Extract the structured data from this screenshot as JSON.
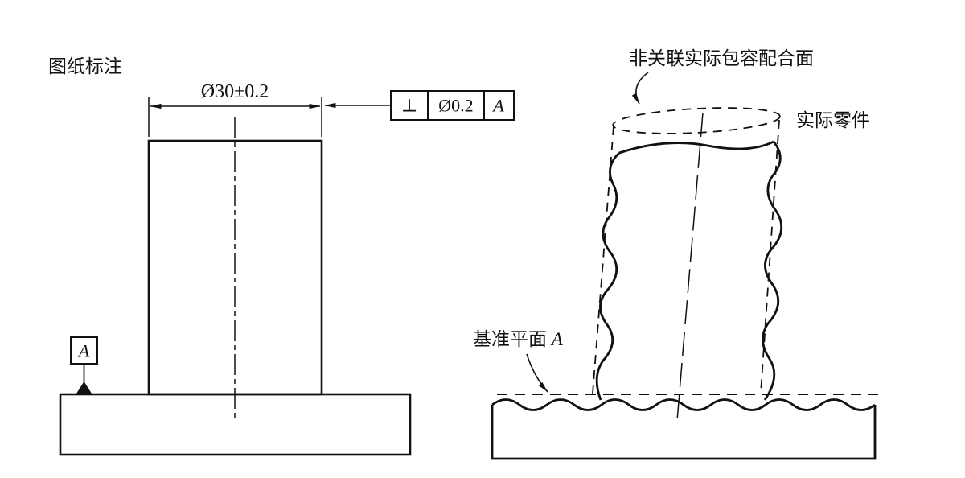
{
  "colors": {
    "line": "#111111",
    "bg": "#ffffff"
  },
  "left_view": {
    "title": "图纸标注",
    "dimension_text": "Ø30±0.2",
    "fcf": {
      "symbol": "⊥",
      "tolerance": "Ø0.2",
      "datum": "A"
    },
    "datum_flag_letter": "A"
  },
  "right_view": {
    "envelope_label": "非关联实际包容配合面",
    "part_label": "实际零件",
    "datum_plane_label": "基准平面 ",
    "datum_plane_letter": "A"
  }
}
